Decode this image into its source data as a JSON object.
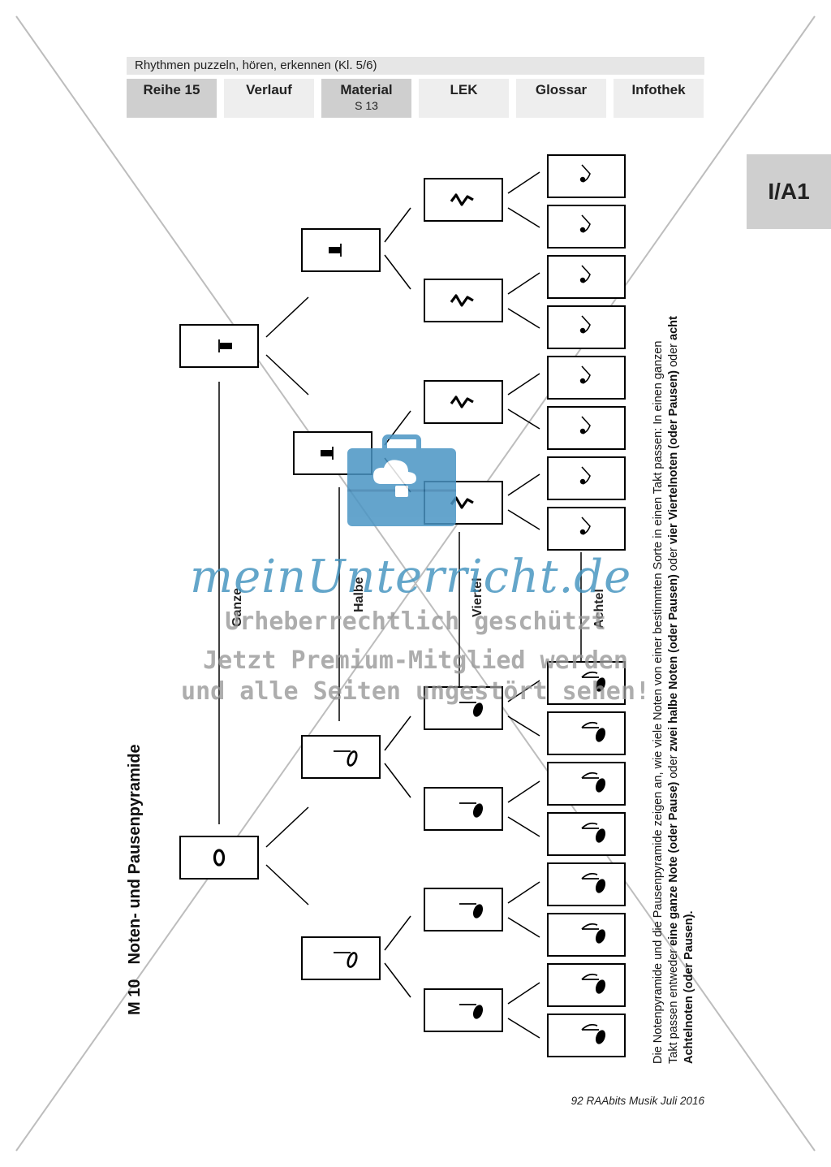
{
  "header": {
    "title": "Rhythmen puzzeln, hören, erkennen (Kl. 5/6)",
    "tabs": [
      {
        "label": "Reihe 15",
        "sub": ""
      },
      {
        "label": "Verlauf",
        "sub": ""
      },
      {
        "label": "Material",
        "sub": "S 13"
      },
      {
        "label": "LEK",
        "sub": ""
      },
      {
        "label": "Glossar",
        "sub": ""
      },
      {
        "label": "Infothek",
        "sub": ""
      }
    ],
    "side_tab": "I/A1"
  },
  "worksheet": {
    "number": "M 10",
    "title": "Noten- und Pausenpyramide",
    "levels": [
      "Ganze",
      "Halbe",
      "Viertel",
      "Achtel"
    ],
    "description_lines": [
      [
        {
          "t": "Die Notenpyramide und die Pausenpyramide zeigen an, wie viele Noten von einer bestimmten Sorte in einen Takt passen: In einen ganzen",
          "b": false
        }
      ],
      [
        {
          "t": "Takt passen entweder ",
          "b": false
        },
        {
          "t": "eine ganze Note (oder Pause)",
          "b": true
        },
        {
          "t": " oder ",
          "b": false
        },
        {
          "t": "zwei halbe Noten (oder Pausen)",
          "b": true
        },
        {
          "t": " oder ",
          "b": false
        },
        {
          "t": "vier Viertelnoten (oder Pausen)",
          "b": true
        },
        {
          "t": " oder ",
          "b": false
        },
        {
          "t": "acht",
          "b": true
        }
      ],
      [
        {
          "t": "Achtelnoten (oder Pausen).",
          "b": true
        }
      ]
    ]
  },
  "footer": "92 RAAbits Musik Juli 2016",
  "watermark": {
    "site": "meinUnterricht.de",
    "line1": "Urheberrechtlich geschützt",
    "line2": "Jetzt Premium-Mitglied werden",
    "line3": "und alle Seiten ungestört sehen!"
  }
}
